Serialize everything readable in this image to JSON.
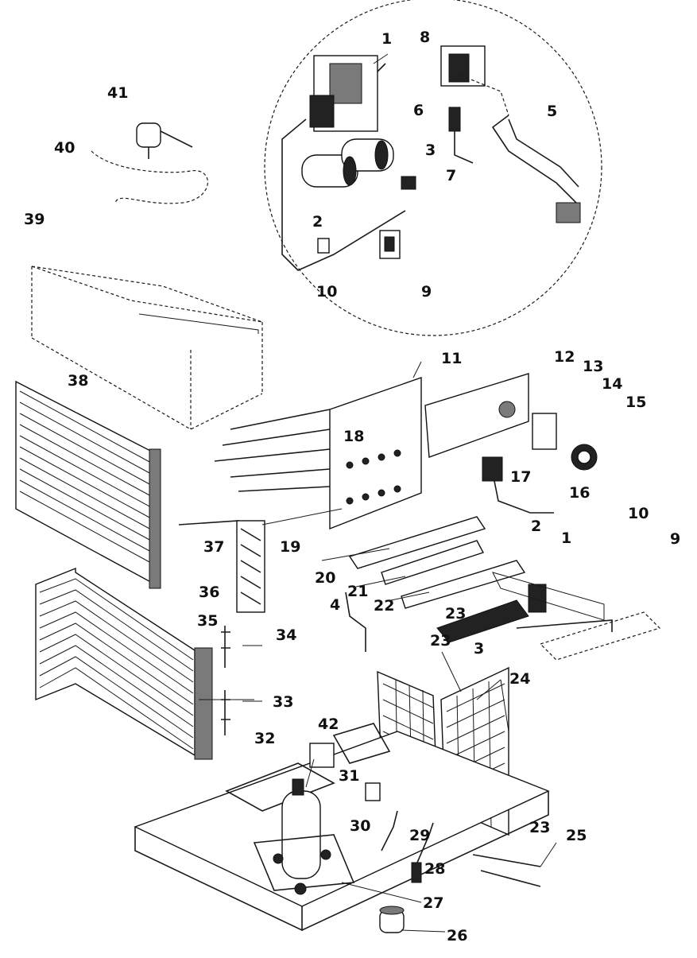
{
  "parts": [
    {
      "id": "label-1-top",
      "text": "1"
    },
    {
      "id": "label-8",
      "text": "8"
    },
    {
      "id": "label-41",
      "text": "41"
    },
    {
      "id": "label-6",
      "text": "6"
    },
    {
      "id": "label-5",
      "text": "5"
    },
    {
      "id": "label-40",
      "text": "40"
    },
    {
      "id": "label-3-top",
      "text": "3"
    },
    {
      "id": "label-7",
      "text": "7"
    },
    {
      "id": "label-2-top",
      "text": "2"
    },
    {
      "id": "label-39",
      "text": "39"
    },
    {
      "id": "label-10-top",
      "text": "10"
    },
    {
      "id": "label-9-top",
      "text": "9"
    },
    {
      "id": "label-11",
      "text": "11"
    },
    {
      "id": "label-12",
      "text": "12"
    },
    {
      "id": "label-13",
      "text": "13"
    },
    {
      "id": "label-38",
      "text": "38"
    },
    {
      "id": "label-14",
      "text": "14"
    },
    {
      "id": "label-15",
      "text": "15"
    },
    {
      "id": "label-18",
      "text": "18"
    },
    {
      "id": "label-17",
      "text": "17"
    },
    {
      "id": "label-16",
      "text": "16"
    },
    {
      "id": "label-10-right",
      "text": "10"
    },
    {
      "id": "label-2-mid",
      "text": "2"
    },
    {
      "id": "label-1-mid",
      "text": "1"
    },
    {
      "id": "label-9-right",
      "text": "9"
    },
    {
      "id": "label-37",
      "text": "37"
    },
    {
      "id": "label-19",
      "text": "19"
    },
    {
      "id": "label-20",
      "text": "20"
    },
    {
      "id": "label-21",
      "text": "21"
    },
    {
      "id": "label-36",
      "text": "36"
    },
    {
      "id": "label-22",
      "text": "22"
    },
    {
      "id": "label-23-mid",
      "text": "23"
    },
    {
      "id": "label-35",
      "text": "35"
    },
    {
      "id": "label-4",
      "text": "4"
    },
    {
      "id": "label-34",
      "text": "34"
    },
    {
      "id": "label-3-mid",
      "text": "3"
    },
    {
      "id": "label-23-upper",
      "text": "23"
    },
    {
      "id": "label-24",
      "text": "24"
    },
    {
      "id": "label-33",
      "text": "33"
    },
    {
      "id": "label-42",
      "text": "42"
    },
    {
      "id": "label-32",
      "text": "32"
    },
    {
      "id": "label-31",
      "text": "31"
    },
    {
      "id": "label-30",
      "text": "30"
    },
    {
      "id": "label-29",
      "text": "29"
    },
    {
      "id": "label-23-lower",
      "text": "23"
    },
    {
      "id": "label-25",
      "text": "25"
    },
    {
      "id": "label-28",
      "text": "28"
    },
    {
      "id": "label-27",
      "text": "27"
    },
    {
      "id": "label-26",
      "text": "26"
    }
  ]
}
